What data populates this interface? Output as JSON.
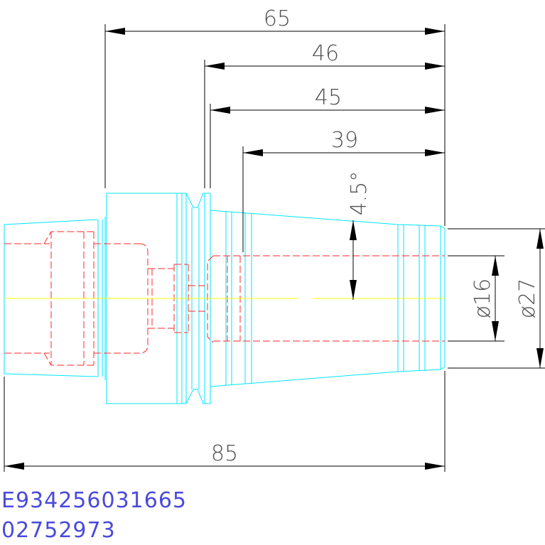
{
  "dimensions": {
    "overall_top": "65",
    "d46": "46",
    "d45": "45",
    "d39": "39",
    "angle": "4.5°",
    "dia_bore": "ø16",
    "dia_outer": "ø27",
    "overall_bottom": "85"
  },
  "part_code": {
    "line1": "E934256031665",
    "line2": "02752973"
  },
  "colors": {
    "outline": "#00e5ff",
    "hidden": "#ff2a2a",
    "centerline": "#ffff00",
    "dimension": "#000000",
    "code_text": "#4a4adc"
  }
}
